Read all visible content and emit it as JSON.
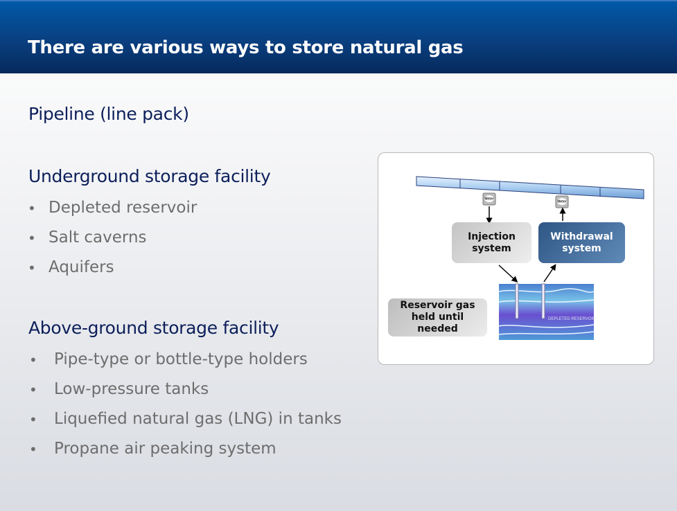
{
  "title": "There are various ways to store natural gas",
  "sections": [
    {
      "heading": "Pipeline (line pack)",
      "items": []
    },
    {
      "heading": "Underground storage facility",
      "items": [
        "Depleted reservoir",
        "Salt caverns",
        "Aquifers"
      ]
    },
    {
      "heading": "Above-ground storage facility",
      "items": [
        "Pipe-type or bottle-type holders",
        "Low-pressure tanks",
        "Liquefied natural gas (LNG) in tanks",
        "Propane air peaking system"
      ]
    }
  ],
  "diagram": {
    "meter_label": "Meter",
    "injection": "Injection system",
    "withdrawal": "Withdrawal system",
    "reservoir_label": "Reservoir gas held until needed",
    "reservoir_image_label": "DEPLETED RESERVOIR"
  },
  "colors": {
    "header": "#0a3f80",
    "heading_text": "#0c1f5a",
    "bullet_text": "#6d6d6d",
    "withdrawal_box": "#3e6894"
  }
}
